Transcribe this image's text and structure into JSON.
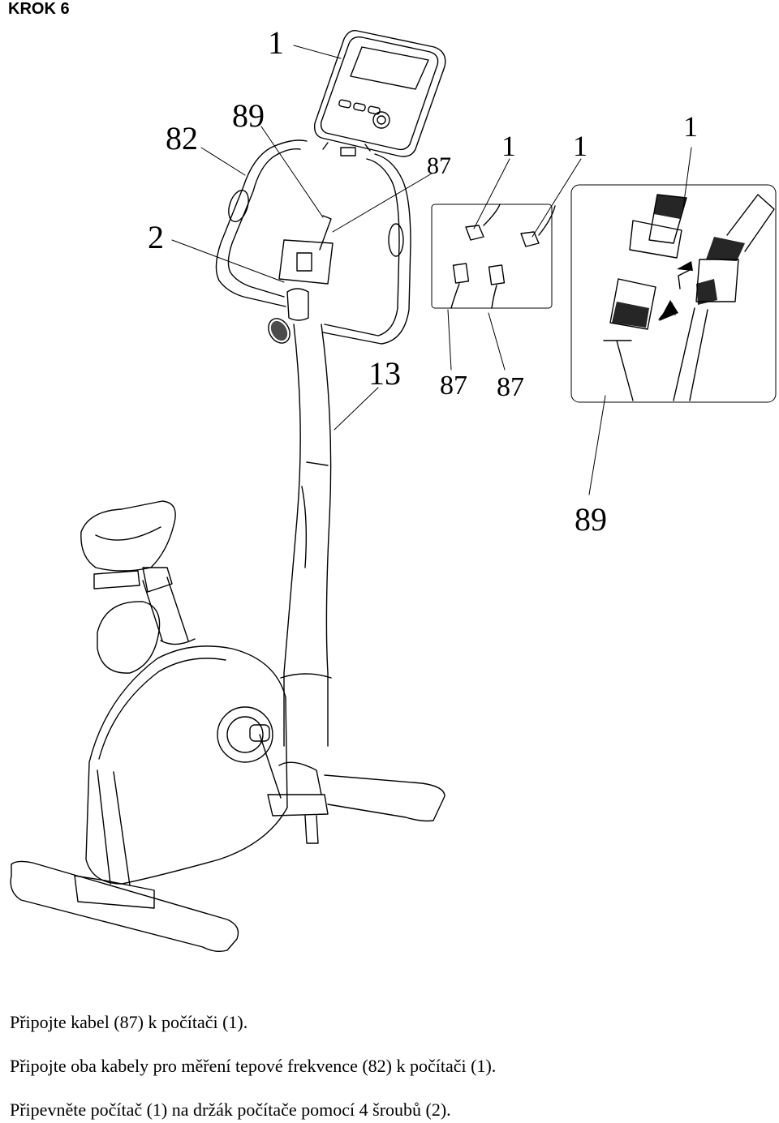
{
  "step": {
    "title": "KROK 6"
  },
  "callouts": {
    "computer": "1",
    "sensor_cable": "89",
    "handlebar_pulse": "82",
    "cable_87_top": "87",
    "screw": "2",
    "post": "13",
    "inset_a_1": "1",
    "inset_a_2": "1",
    "inset_a_87_1": "87",
    "inset_a_87_2": "87",
    "inset_b_1": "1",
    "inset_b_89": "89"
  },
  "instructions": [
    "Připojte kabel (87) k počítači (1).",
    "Připojte oba kabely pro měření tepové frekvence (82) k počítači (1).",
    "Připevněte počítač (1) na držák počítače pomocí 4 šroubů (2)."
  ]
}
